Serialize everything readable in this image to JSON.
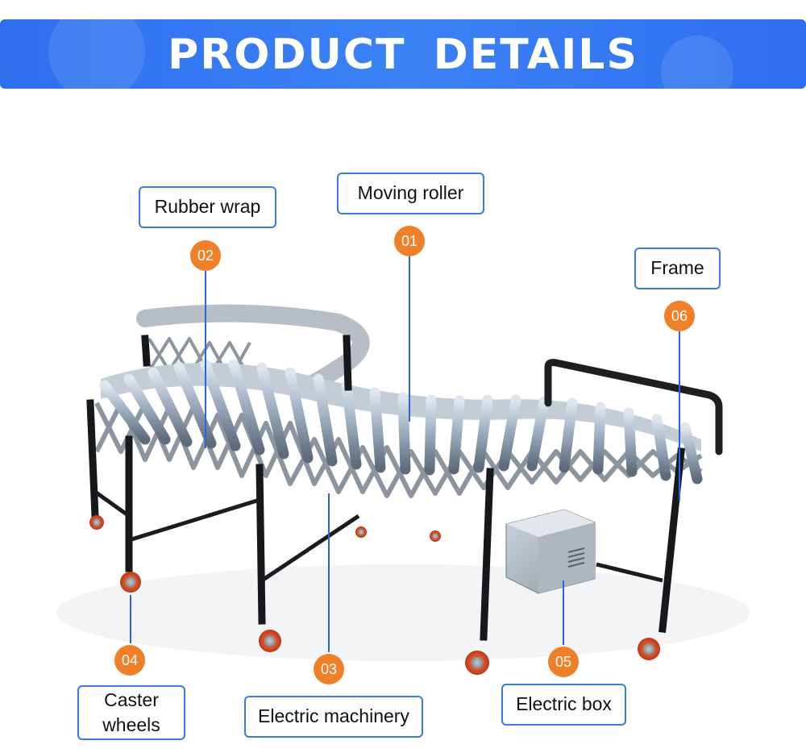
{
  "banner": {
    "title": "PRODUCT DETAILS"
  },
  "callouts": [
    {
      "number": "01",
      "label": "Moving roller"
    },
    {
      "number": "02",
      "label": "Rubber wrap"
    },
    {
      "number": "03",
      "label": "Electric machinery"
    },
    {
      "number": "04",
      "label": "Caster wheels"
    },
    {
      "number": "05",
      "label": "Electric box"
    },
    {
      "number": "06",
      "label": "Frame"
    }
  ],
  "colors": {
    "banner_blue": "#3b82f6",
    "badge_orange": "#f08028",
    "leader_blue": "#2a64e0",
    "box_border": "#3a79e8"
  }
}
